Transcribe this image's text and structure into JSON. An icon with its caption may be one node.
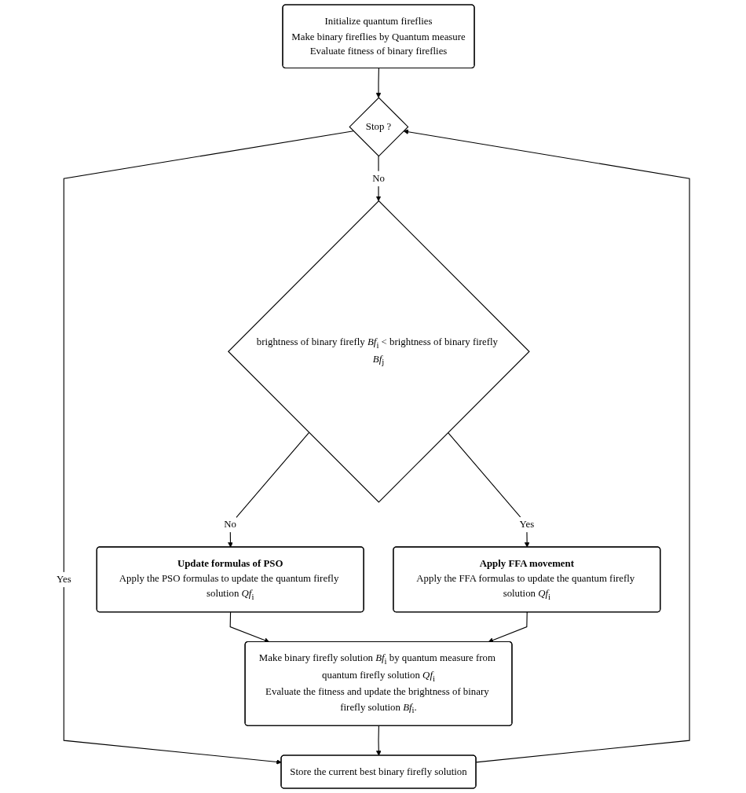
{
  "diagram": {
    "nodes": [
      {
        "text": [
          "Initialize quantum fireflies",
          "Make binary fireflies by Quantum measure",
          "Evaluate fitness of binary fireflies"
        ]
      },
      {
        "text": [
          "Stop ?"
        ]
      },
      {
        "text": [
          "brightness of binary firefly *Bf*$_{i}$ < brightness of binary firefly *Bf*$_{j}$"
        ]
      },
      {
        "text": [
          "**Update formulas of PSO**",
          "Apply the PSO formulas to update the quantum firefly solution *Qf*$_{i}$"
        ]
      },
      {
        "text": [
          "**Apply FFA movement**",
          "Apply the FFA formulas to update the quantum firefly solution *Qf*$_{i}$"
        ]
      },
      {
        "text": [
          "Make binary firefly solution *Bf*$_{i}$ by quantum measure from quantum firefly solution *Qf*$_{i}$",
          "Evaluate the fitness and update the brightness of binary firefly solution *Bf*$_{i}$."
        ]
      },
      {
        "text": [
          "Store the current best binary firefly solution"
        ]
      }
    ],
    "edges": [
      {
        "from": 0,
        "to": 1,
        "arrow": "to"
      },
      {
        "from": 1,
        "to": 2,
        "arrow": "to",
        "label": "No"
      },
      {
        "from": 1,
        "to": 6,
        "arrow": "to",
        "label": "Yes"
      },
      {
        "from": 2,
        "to": 3,
        "arrow": "to",
        "label": "No"
      },
      {
        "from": 2,
        "to": 4,
        "arrow": "to",
        "label": "Yes"
      },
      {
        "from": 3,
        "to": 5,
        "arrow": "to"
      },
      {
        "from": 4,
        "to": 5,
        "arrow": "to"
      },
      {
        "from": 5,
        "to": 6,
        "arrow": "to"
      },
      {
        "from": 6,
        "to": 1,
        "arrow": "to"
      }
    ]
  }
}
